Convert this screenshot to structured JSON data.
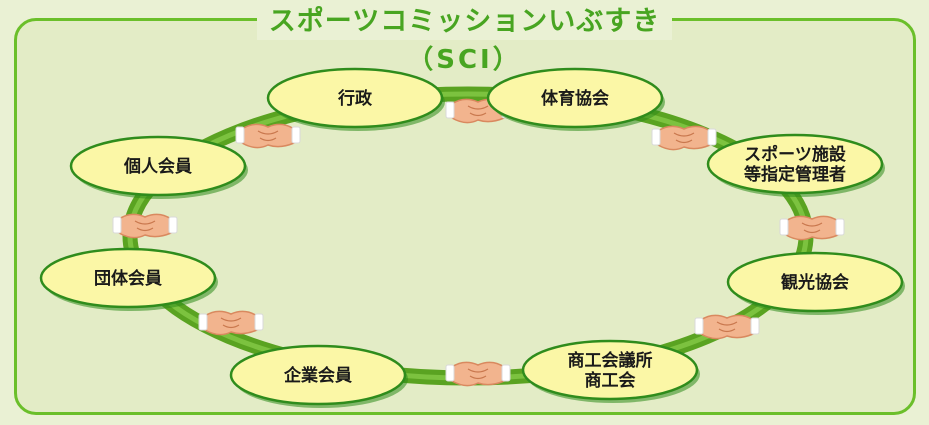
{
  "title": {
    "line1": "スポーツコミッションいぶすき",
    "line2": "（SCI）"
  },
  "members": [
    "行政",
    "体育協会",
    "スポーツ施設\n等指定管理者",
    "観光協会",
    "商工会議所\n商工会",
    "企業会員",
    "団体会員",
    "個人会員"
  ],
  "colors": {
    "accent": "#48a521",
    "ring": "#5aa321",
    "ellipse_fill": "#fbf7a6",
    "ellipse_border": "#2f8c1c",
    "background": "#e3ecc6"
  }
}
